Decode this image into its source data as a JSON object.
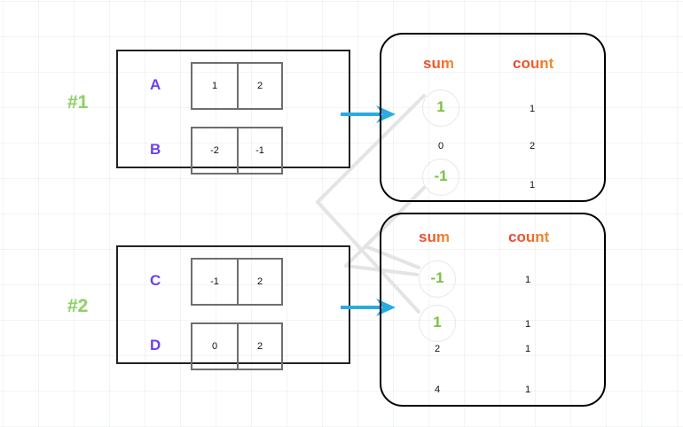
{
  "diagram": {
    "title": "sum-count aggregation diagram",
    "colors": {
      "group_label": "#8fd16a",
      "row_label": "#6b3ff0",
      "header_gradient_start": "#e8442f",
      "header_gradient_end": "#f0962a",
      "highlight_value": "#7ac143",
      "arrow": "#29abe2",
      "block_border": "#222222",
      "cell_border": "#6e6e6e",
      "panel_border": "#000000",
      "connector": "#e2e2e2",
      "grid": "#eef1f0"
    }
  },
  "groups": [
    {
      "label": "#1",
      "rows": [
        {
          "name": "A",
          "cells": [
            "1",
            "2"
          ]
        },
        {
          "name": "B",
          "cells": [
            "-2",
            "-1"
          ]
        }
      ]
    },
    {
      "label": "#2",
      "rows": [
        {
          "name": "C",
          "cells": [
            "-1",
            "2"
          ]
        },
        {
          "name": "D",
          "cells": [
            "0",
            "2"
          ]
        }
      ]
    }
  ],
  "tables": [
    {
      "headers": {
        "sum": "sum",
        "count": "count"
      },
      "rows": [
        {
          "sum": "1",
          "count": "1",
          "highlight": true
        },
        {
          "sum": "0",
          "count": "2",
          "highlight": false
        },
        {
          "sum": "-1",
          "count": "1",
          "highlight": true
        }
      ]
    },
    {
      "headers": {
        "sum": "sum",
        "count": "count"
      },
      "rows": [
        {
          "sum": "-1",
          "count": "1",
          "highlight": true
        },
        {
          "sum": "1",
          "count": "1",
          "highlight": true
        },
        {
          "sum": "2",
          "count": "1",
          "highlight": false
        },
        {
          "sum": "4",
          "count": "1",
          "highlight": false
        }
      ]
    }
  ],
  "arrows": [
    {
      "name": "arrow-group1-to-table1"
    },
    {
      "name": "arrow-group2-to-table2"
    }
  ]
}
